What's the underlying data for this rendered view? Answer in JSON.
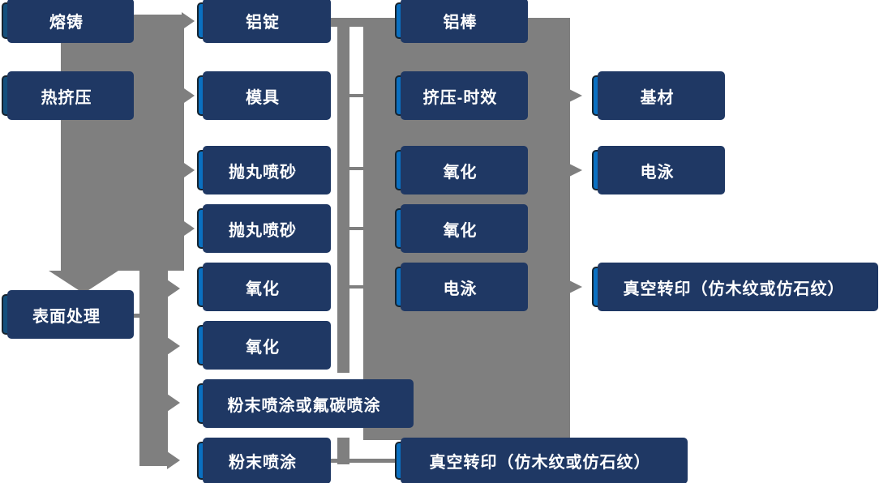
{
  "diagram": {
    "description": "aluminum-profile-production-process-flowchart",
    "colors": {
      "background": "#ffffff",
      "node_fill": "#0a70c1",
      "node_fill_dark": "#144f7c",
      "node_border": "#17242f",
      "node_shadow": "#1f3864",
      "connector": "#7f7f7f",
      "text": "#ffffff"
    },
    "nodes": [
      {
        "name": "melting-casting",
        "label": "熔铸"
      },
      {
        "name": "hot-extrusion",
        "label": "热挤压"
      },
      {
        "name": "surface-treatment",
        "label": "表面处理"
      },
      {
        "name": "aluminum-ingot",
        "label": "铝锭"
      },
      {
        "name": "mold",
        "label": "模具"
      },
      {
        "name": "shot-blasting-sandblasting-1",
        "label": "抛丸喷砂"
      },
      {
        "name": "shot-blasting-sandblasting-2",
        "label": "抛丸喷砂"
      },
      {
        "name": "oxidation-col2-1",
        "label": "氧化"
      },
      {
        "name": "oxidation-col2-2",
        "label": "氧化"
      },
      {
        "name": "powder-or-fluorocarbon-coating",
        "label": "粉末喷涂或氟碳喷涂"
      },
      {
        "name": "powder-coating",
        "label": "粉末喷涂"
      },
      {
        "name": "aluminum-rod",
        "label": "铝棒"
      },
      {
        "name": "extrusion-aging",
        "label": "挤压-时效"
      },
      {
        "name": "oxidation-col3-1",
        "label": "氧化"
      },
      {
        "name": "oxidation-col3-2",
        "label": "氧化"
      },
      {
        "name": "electrophoresis-col3",
        "label": "电泳"
      },
      {
        "name": "vacuum-transfer-bottom",
        "label": "真空转印（仿木纹或仿石纹）"
      },
      {
        "name": "substrate",
        "label": "基材"
      },
      {
        "name": "electrophoresis-col4",
        "label": "电泳"
      },
      {
        "name": "vacuum-transfer-right",
        "label": "真空转印（仿木纹或仿石纹）"
      }
    ]
  }
}
